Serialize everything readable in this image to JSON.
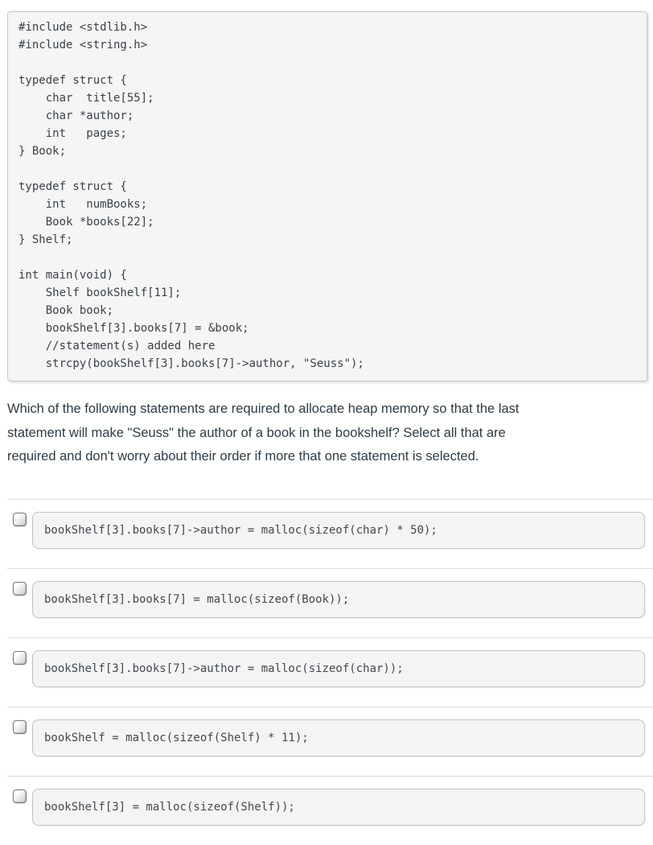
{
  "colors": {
    "page_bg": "#ffffff",
    "code_block_bg": "#f5f5f5",
    "code_block_border": "#c7c7c7",
    "code_text": "#3a4149",
    "question_text": "#2d3b45",
    "divider": "#dcdcdc",
    "option_box_bg": "#f4f4f4",
    "option_box_border": "#c2c2c2"
  },
  "code_block": {
    "text": "#include <stdlib.h>\n#include <string.h>\n\ntypedef struct {\n    char  title[55];\n    char *author;\n    int   pages;\n} Book;\n\ntypedef struct {\n    int   numBooks;\n    Book *books[22];\n} Shelf;\n\nint main(void) {\n    Shelf bookShelf[11];\n    Book book;\n    bookShelf[3].books[7] = &book;\n    //statement(s) added here\n    strcpy(bookShelf[3].books[7]->author, \"Seuss\");"
  },
  "question": {
    "lines": [
      "Which of the following statements are required to allocate heap memory so that the last",
      "statement will make \"Seuss\" the author of a book in the bookshelf? Select all that are",
      "required and don't worry about their order if more that one statement is selected."
    ]
  },
  "options": [
    {
      "code": "bookShelf[3].books[7]->author = malloc(sizeof(char) * 50);",
      "checked": false
    },
    {
      "code": "bookShelf[3].books[7] = malloc(sizeof(Book));",
      "checked": false
    },
    {
      "code": "bookShelf[3].books[7]->author = malloc(sizeof(char));",
      "checked": false
    },
    {
      "code": "bookShelf = malloc(sizeof(Shelf) * 11);",
      "checked": false
    },
    {
      "code": "bookShelf[3] = malloc(sizeof(Shelf));",
      "checked": false
    }
  ]
}
